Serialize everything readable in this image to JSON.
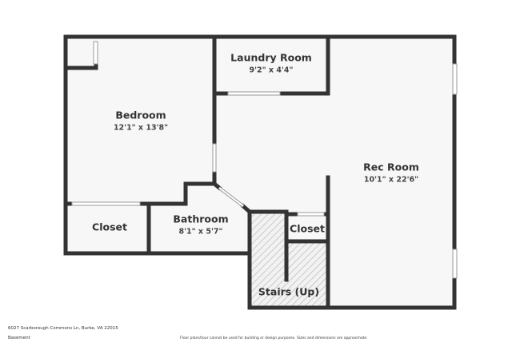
{
  "rooms": [
    {
      "name": "Bedroom",
      "dims": "12'1\" x 13'8\""
    },
    {
      "name": "Laundry Room",
      "dims": "9'2\" x 4'4\""
    },
    {
      "name": "Rec Room",
      "dims": "10'1\" x 22'6\""
    },
    {
      "name": "Bathroom",
      "dims": "8'1\" x 5'7\""
    },
    {
      "name": "Closet"
    },
    {
      "name": "Closet"
    },
    {
      "name": "Stairs (Up)"
    }
  ],
  "footer": {
    "address": "6027 Scarborough Commons Ln, Burke, VA 22015",
    "floor": "Basement",
    "disclaimer": "Floor plans/tour cannot be used for building or design purposes. Sizes and dimensions are approximate."
  },
  "colors": {
    "wall": "#333333",
    "floor": "#f7f7f7",
    "hatch": "#bbbbbb"
  }
}
